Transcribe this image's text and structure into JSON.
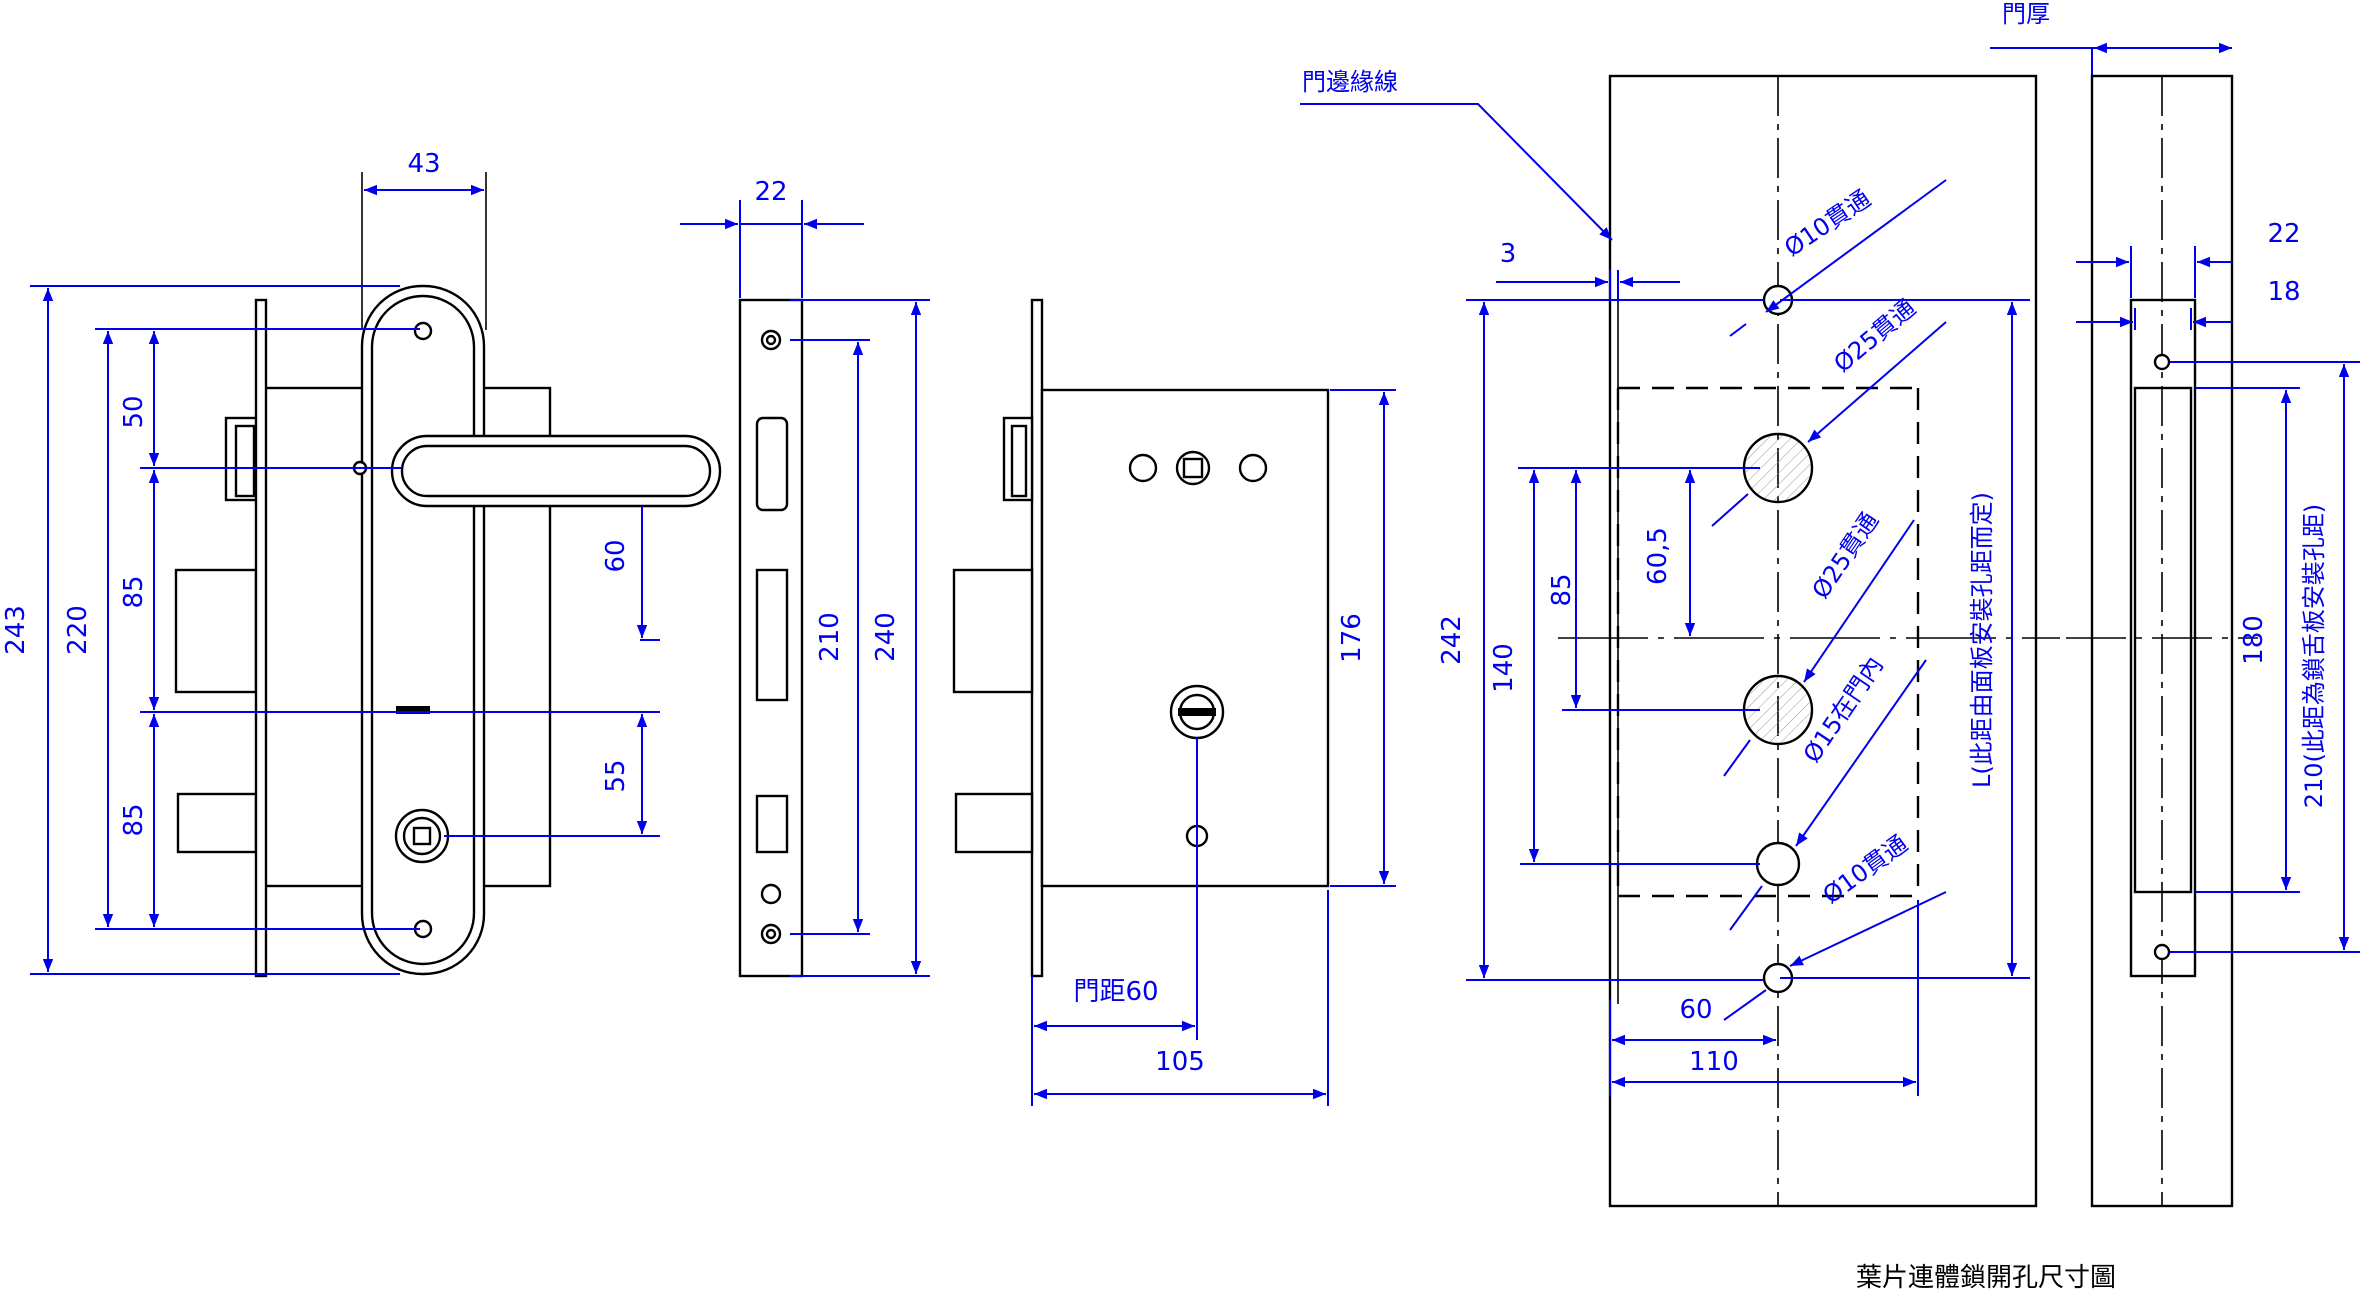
{
  "caption": "葉片連體鎖開孔尺寸圖",
  "colors": {
    "drawing": "#000000",
    "dimension": "#0000ee"
  },
  "front_view": {
    "w43": "43",
    "h243": "243",
    "h220": "220",
    "s50": "50",
    "s85a": "85",
    "s85b": "85",
    "s60": "60",
    "s55": "55"
  },
  "faceplate_view": {
    "w22": "22",
    "h210": "210",
    "h240": "240"
  },
  "body_view": {
    "h176": "176",
    "backset": "門距60",
    "w105": "105"
  },
  "door_view": {
    "edge_label": "門邊緣線",
    "thickness_label": "門厚",
    "d3": "3",
    "h242": "242",
    "h140": "140",
    "h85": "85",
    "h60_5": "60,5",
    "hole1": "Ø10貫通",
    "hole2": "Ø25貫通",
    "hole3": "Ø25貫通",
    "hole4": "Ø15在門內",
    "hole5": "Ø10貫通",
    "L_note": "L(此距由面板安裝孔距而定)",
    "w60": "60",
    "w110": "110"
  },
  "edge_view": {
    "w22": "22",
    "w18": "18",
    "h180": "180",
    "h210_note": "210(此距為鎖舌板安裝孔距)"
  }
}
